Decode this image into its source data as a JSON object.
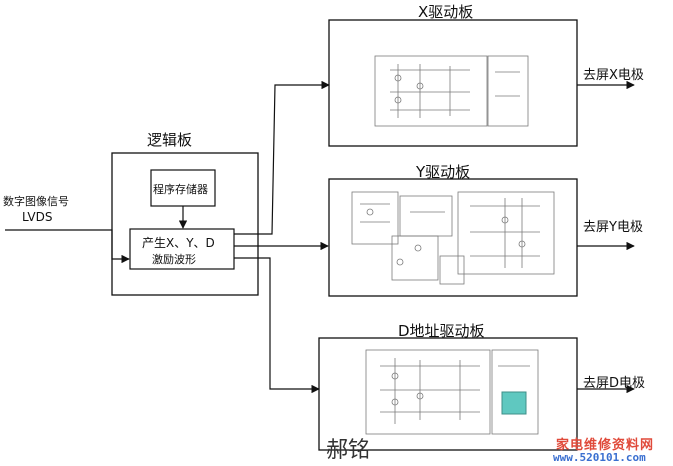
{
  "blocks": {
    "logic_board": {
      "title": "逻辑板",
      "program_memory": "程序存储器",
      "waveform_line1": "产生X、Y、D",
      "waveform_line2": "激励波形"
    },
    "x_driver": {
      "title": "X驱动板",
      "output": "去屏X电极"
    },
    "y_driver": {
      "title": "Y驱动板",
      "output": "去屏Y电极"
    },
    "d_driver": {
      "title": "D地址驱动板",
      "output": "去屏D电极"
    }
  },
  "input": {
    "line1": "数字图像信号",
    "line2": "LVDS"
  },
  "watermark": {
    "corner_text": "郝铭",
    "site_name": "家电维修资料网",
    "site_url": "www.520101.com"
  },
  "colors": {
    "line": "#111111",
    "circuit": "#7a7a7a",
    "chip": "#5fc8c0"
  }
}
